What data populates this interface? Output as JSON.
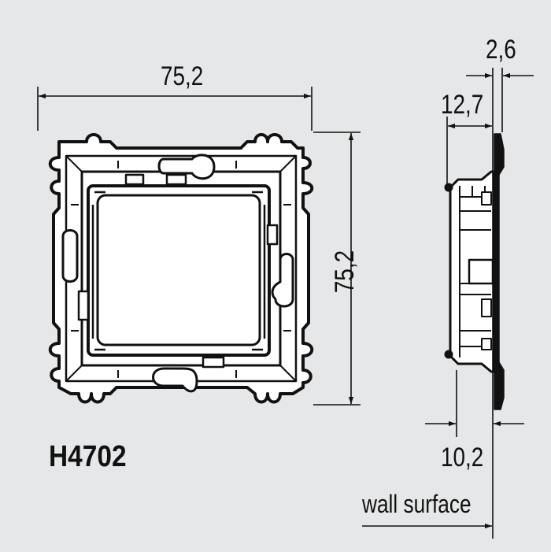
{
  "model_code": "H4702",
  "front_view": {
    "width_label": "75,2",
    "height_label": "75,2"
  },
  "side_view": {
    "flange_thickness_label": "2,6",
    "depth_label": "12,7",
    "protrusion_label": "10,2",
    "wall_surface_label": "wall surface"
  },
  "colors": {
    "background": "#e6e7e8",
    "line": "#111111",
    "frame_fill": "#ffffff"
  }
}
